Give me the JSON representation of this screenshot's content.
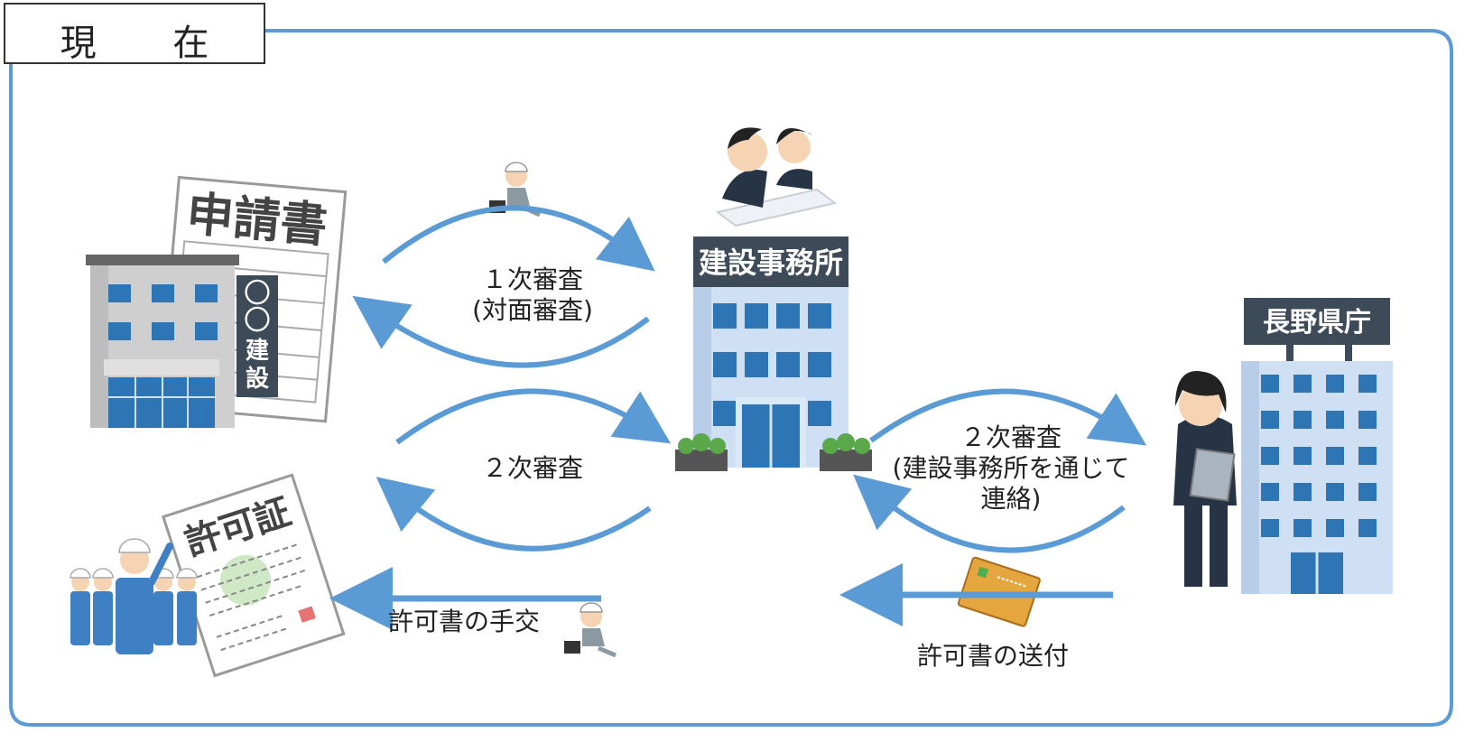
{
  "header": {
    "title": "現 在"
  },
  "buildings": {
    "applicant_form_title": "申請書",
    "applicant_sign": [
      "〇",
      "〇",
      "建",
      "設"
    ],
    "office_sign": "建設事務所",
    "prefecture_sign": "長野県庁",
    "permit_title": "許可証"
  },
  "labels": {
    "review1_line1": "１次審査",
    "review1_line2": "(対面審査)",
    "review2_left": "２次審査",
    "review2_right_line1": "２次審査",
    "review2_right_line2": "(建設事務所を通じて",
    "review2_right_line3": "連絡)",
    "handover": "許可書の手交",
    "mailing": "許可書の送付"
  },
  "colors": {
    "arrow": "#5b9bd5",
    "frame": "#5b9bd5",
    "sign_bg": "#3d4a57",
    "window": "#2e75b6"
  }
}
